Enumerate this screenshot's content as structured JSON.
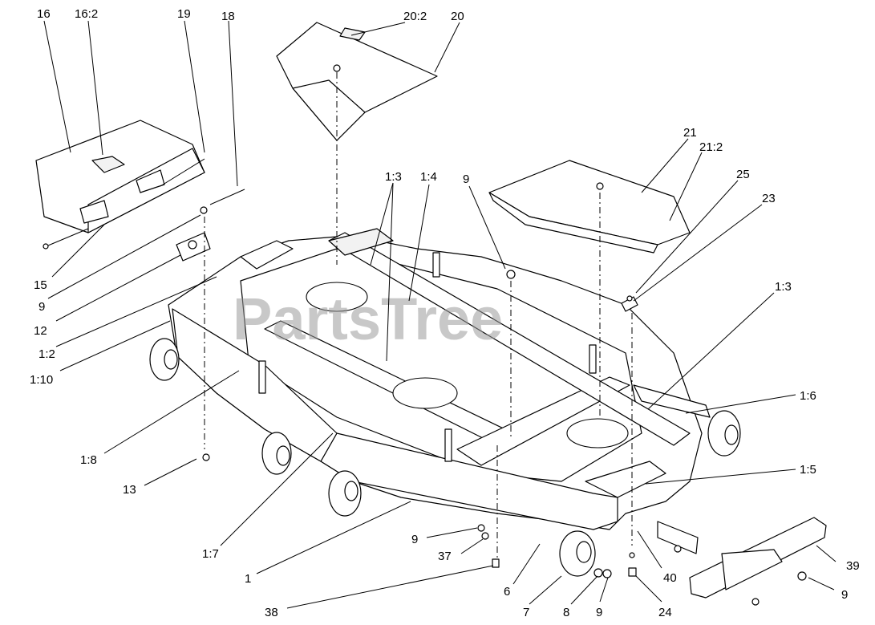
{
  "watermark": "PartsTree",
  "callouts": [
    {
      "id": "16",
      "label": "16"
    },
    {
      "id": "16-2",
      "label": "16:2"
    },
    {
      "id": "19",
      "label": "19"
    },
    {
      "id": "18",
      "label": "18"
    },
    {
      "id": "20-2",
      "label": "20:2"
    },
    {
      "id": "20",
      "label": "20"
    },
    {
      "id": "1-3-top",
      "label": "1:3"
    },
    {
      "id": "1-4",
      "label": "1:4"
    },
    {
      "id": "9-center",
      "label": "9"
    },
    {
      "id": "21",
      "label": "21"
    },
    {
      "id": "21-2",
      "label": "21:2"
    },
    {
      "id": "25",
      "label": "25"
    },
    {
      "id": "23",
      "label": "23"
    },
    {
      "id": "1-3-right",
      "label": "1:3"
    },
    {
      "id": "15",
      "label": "15"
    },
    {
      "id": "9-left",
      "label": "9"
    },
    {
      "id": "12",
      "label": "12"
    },
    {
      "id": "1-2",
      "label": "1:2"
    },
    {
      "id": "1-10",
      "label": "1:10"
    },
    {
      "id": "1-6",
      "label": "1:6"
    },
    {
      "id": "1-8",
      "label": "1:8"
    },
    {
      "id": "13",
      "label": "13"
    },
    {
      "id": "1-5",
      "label": "1:5"
    },
    {
      "id": "9-bottom",
      "label": "9"
    },
    {
      "id": "37",
      "label": "37"
    },
    {
      "id": "1-7",
      "label": "1:7"
    },
    {
      "id": "1",
      "label": "1"
    },
    {
      "id": "40",
      "label": "40"
    },
    {
      "id": "39",
      "label": "39"
    },
    {
      "id": "6",
      "label": "6"
    },
    {
      "id": "9-right",
      "label": "9"
    },
    {
      "id": "38",
      "label": "38"
    },
    {
      "id": "7",
      "label": "7"
    },
    {
      "id": "8",
      "label": "8"
    },
    {
      "id": "9-wheel",
      "label": "9"
    },
    {
      "id": "24",
      "label": "24"
    }
  ]
}
